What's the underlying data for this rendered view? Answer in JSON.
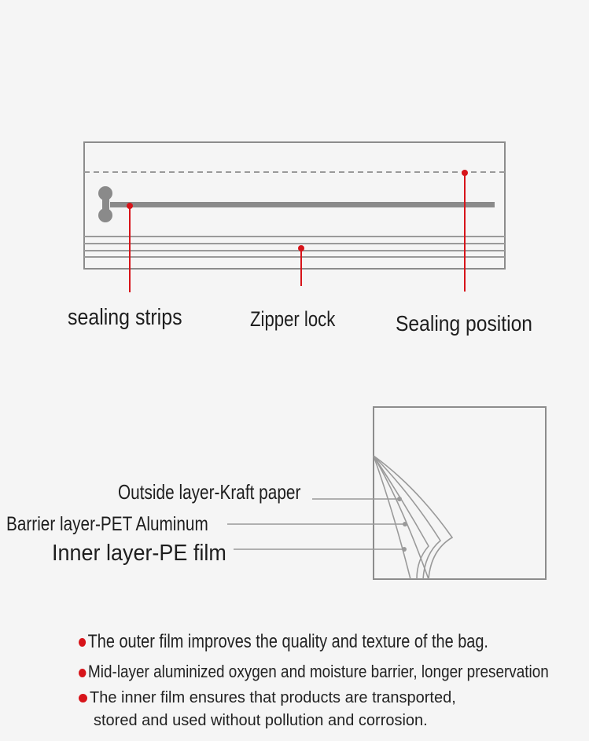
{
  "colors": {
    "background": "#f5f5f5",
    "outline": "#888888",
    "strip": "#8a8a8a",
    "accent_red": "#d7141a",
    "text": "#222222"
  },
  "zipper_diagram": {
    "callouts": {
      "sealing_strips": "sealing strips",
      "zipper_lock": "Zipper lock",
      "sealing_position": "Sealing position"
    }
  },
  "layers_diagram": {
    "labels": {
      "outside": "Outside layer-Kraft paper",
      "barrier": "Barrier layer-PET Aluminum",
      "inner": "Inner layer-PE film"
    }
  },
  "notes": {
    "outer_film": "The outer film improves the quality and texture of the bag.",
    "mid_layer": "Mid-layer aluminized oxygen and moisture barrier, longer preservation",
    "inner_film_line1": "The inner film ensures that products are transported,",
    "inner_film_line2": "stored and used without pollution and corrosion."
  }
}
